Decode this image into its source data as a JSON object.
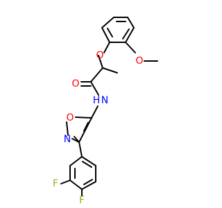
{
  "molecule": {
    "atoms": {
      "ether_o": "O",
      "methoxy_o": "O",
      "carbonyl_o": "O",
      "amide_n": "N",
      "amide_h": "H",
      "ring_o": "O",
      "ring_n": "N",
      "f_upper": "F",
      "f_lower": "F"
    }
  },
  "colors": {
    "bond": "#000000",
    "oxygen": "#ff0000",
    "nitrogen": "#0000ff",
    "fluorine": "#90b020"
  }
}
